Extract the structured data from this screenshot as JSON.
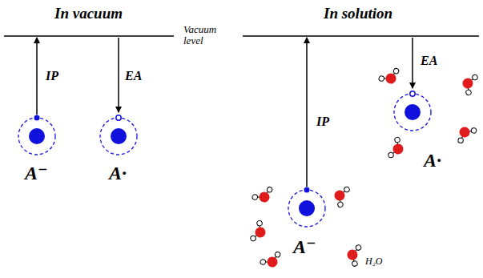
{
  "diagram": {
    "labels": [
      "In vacuum",
      "In solution",
      "Vacuum level",
      "IP",
      "EA",
      "IP",
      "EA",
      "A⁻",
      "A·",
      "A⁻",
      "A·",
      "H₂O"
    ]
  }
}
